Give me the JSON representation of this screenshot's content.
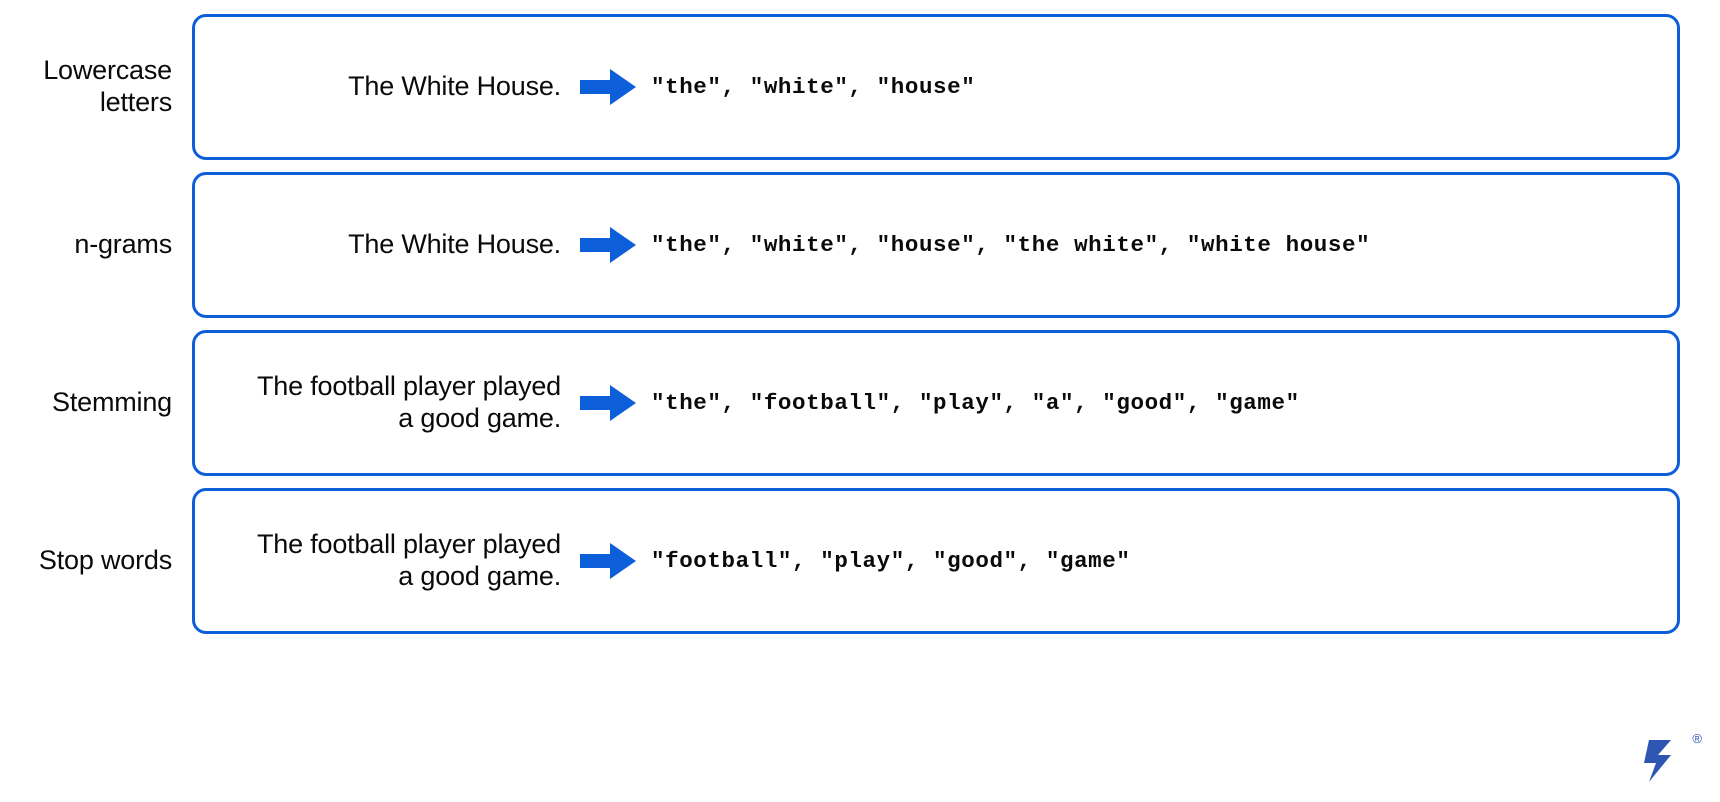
{
  "theme": {
    "accent_blue": "#0d5fd9",
    "text_color": "#0a0a0a",
    "background": "#ffffff",
    "logo_blue": "#2f55b3"
  },
  "rows": [
    {
      "label": "Lowercase\nletters",
      "input": "The White House.",
      "arrow": "right-arrow-icon",
      "output": "\"the\", \"white\", \"house\"",
      "tokens": [
        "the",
        "white",
        "house"
      ]
    },
    {
      "label": "n-grams",
      "input": "The White House.",
      "arrow": "right-arrow-icon",
      "output": "\"the\", \"white\", \"house\", \"the white\", \"white house\"",
      "tokens": [
        "the",
        "white",
        "house",
        "the white",
        "white house"
      ]
    },
    {
      "label": "Stemming",
      "input": "The football player played\na good game.",
      "arrow": "right-arrow-icon",
      "output": "\"the\", \"football\", \"play\", \"a\", \"good\", \"game\"",
      "tokens": [
        "the",
        "football",
        "play",
        "a",
        "good",
        "game"
      ]
    },
    {
      "label": "Stop words",
      "input": "The football player played\na good game.",
      "arrow": "right-arrow-icon",
      "output": "\"football\", \"play\", \"good\", \"game\"",
      "tokens": [
        "football",
        "play",
        "good",
        "game"
      ]
    }
  ],
  "brand": {
    "name": "toptal-logo",
    "registered_mark": "®"
  }
}
